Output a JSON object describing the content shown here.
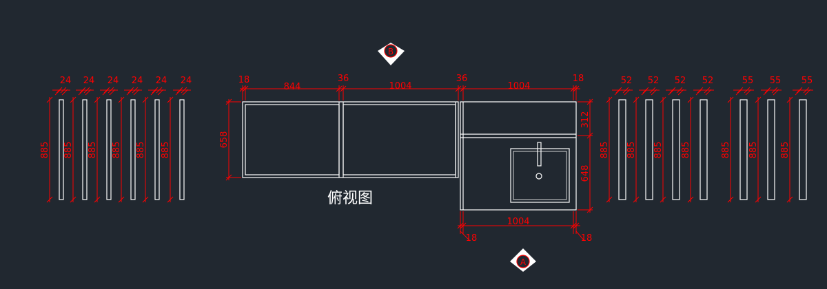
{
  "colors": {
    "background": "#212830",
    "geometry": "#ffffff",
    "dimension": "#ff0000"
  },
  "title": "俯视图",
  "markers": {
    "top": "B",
    "bottom": "A"
  },
  "left_panels": {
    "width_label": "24",
    "height_label": "885",
    "count": 6
  },
  "right_panels_a": {
    "width_label": "52",
    "height_label": "885",
    "count": 4
  },
  "right_panels_b": {
    "width_label": "55",
    "height_label": "885",
    "count": 3
  },
  "top_view": {
    "top_dims": [
      "18",
      "844",
      "36",
      "1004",
      "36",
      "1004",
      "18"
    ],
    "left_height": "658",
    "right_upper_height": "312",
    "right_lower_height": "648",
    "bottom_width": "1004",
    "bottom_left_offset": "18",
    "bottom_right_offset": "18"
  }
}
